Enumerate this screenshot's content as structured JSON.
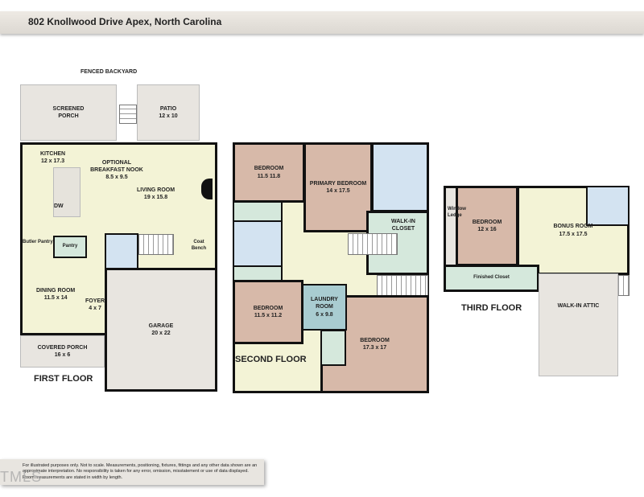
{
  "header": {
    "title": "802 Knollwood Drive  Apex, North Carolina"
  },
  "first_floor": {
    "label": "FIRST FLOOR",
    "backyard": "FENCED BACKYARD",
    "rooms": [
      {
        "name": "SCREENED",
        "dim": "PORCH"
      },
      {
        "name": "PATIO",
        "dim": "12 x 10"
      },
      {
        "name": "KITCHEN",
        "dim": "12 x 17.3"
      },
      {
        "name": "OPTIONAL BREAKFAST NOOK",
        "dim": "8.5 x 9.5"
      },
      {
        "name": "LIVING ROOM",
        "dim": "19 x 15.8"
      },
      {
        "name": "DINING ROOM",
        "dim": "11.5 x 14"
      },
      {
        "name": "FOYER",
        "dim": "4 x 7"
      },
      {
        "name": "GARAGE",
        "dim": "20 x 22"
      },
      {
        "name": "COVERED PORCH",
        "dim": "16 x 6"
      }
    ],
    "misc": {
      "dw": "DW",
      "butler": "Butler Pantry",
      "pantry": "Pantry",
      "coat": "Coat Bench"
    }
  },
  "second_floor": {
    "label": "SECOND FLOOR",
    "rooms": [
      {
        "name": "BEDROOM",
        "dim": "11.5  11.8"
      },
      {
        "name": "PRIMARY BEDROOM",
        "dim": "14 x 17.5"
      },
      {
        "name": "WALK-IN CLOSET",
        "dim": ""
      },
      {
        "name": "BEDROOM",
        "dim": "11.5 x 11.2"
      },
      {
        "name": "LAUNDRY ROOM",
        "dim": "6 x 9.8"
      },
      {
        "name": "BEDROOM",
        "dim": "17.3 x 17"
      }
    ]
  },
  "third_floor": {
    "label": "THIRD FLOOR",
    "rooms": [
      {
        "name": "BEDROOM",
        "dim": "12 x 16"
      },
      {
        "name": "BONUS ROOM",
        "dim": "17.5 x 17.5"
      },
      {
        "name": "Finished Closet",
        "dim": ""
      },
      {
        "name": "WALK-IN ATTIC",
        "dim": ""
      }
    ],
    "window_ledge": "Window Ledge"
  },
  "disclaimer": "For illustrated purposes only. Not to scale. Measurements, positioning, fixtures, fittings and any other data shown are an approximate interpretation. No responsibility is taken for any error, omission, misstatement or use of data displayed. Room measurements are stated in width by length.",
  "watermark": "TMLS",
  "colors": {
    "living": "#f3f3d6",
    "bedroom": "#d7b9a9",
    "bath": "#d3e3f1",
    "closet": "#d5e8dc",
    "laundry": "#a9ccd1",
    "exterior": "#e8e5e0"
  }
}
